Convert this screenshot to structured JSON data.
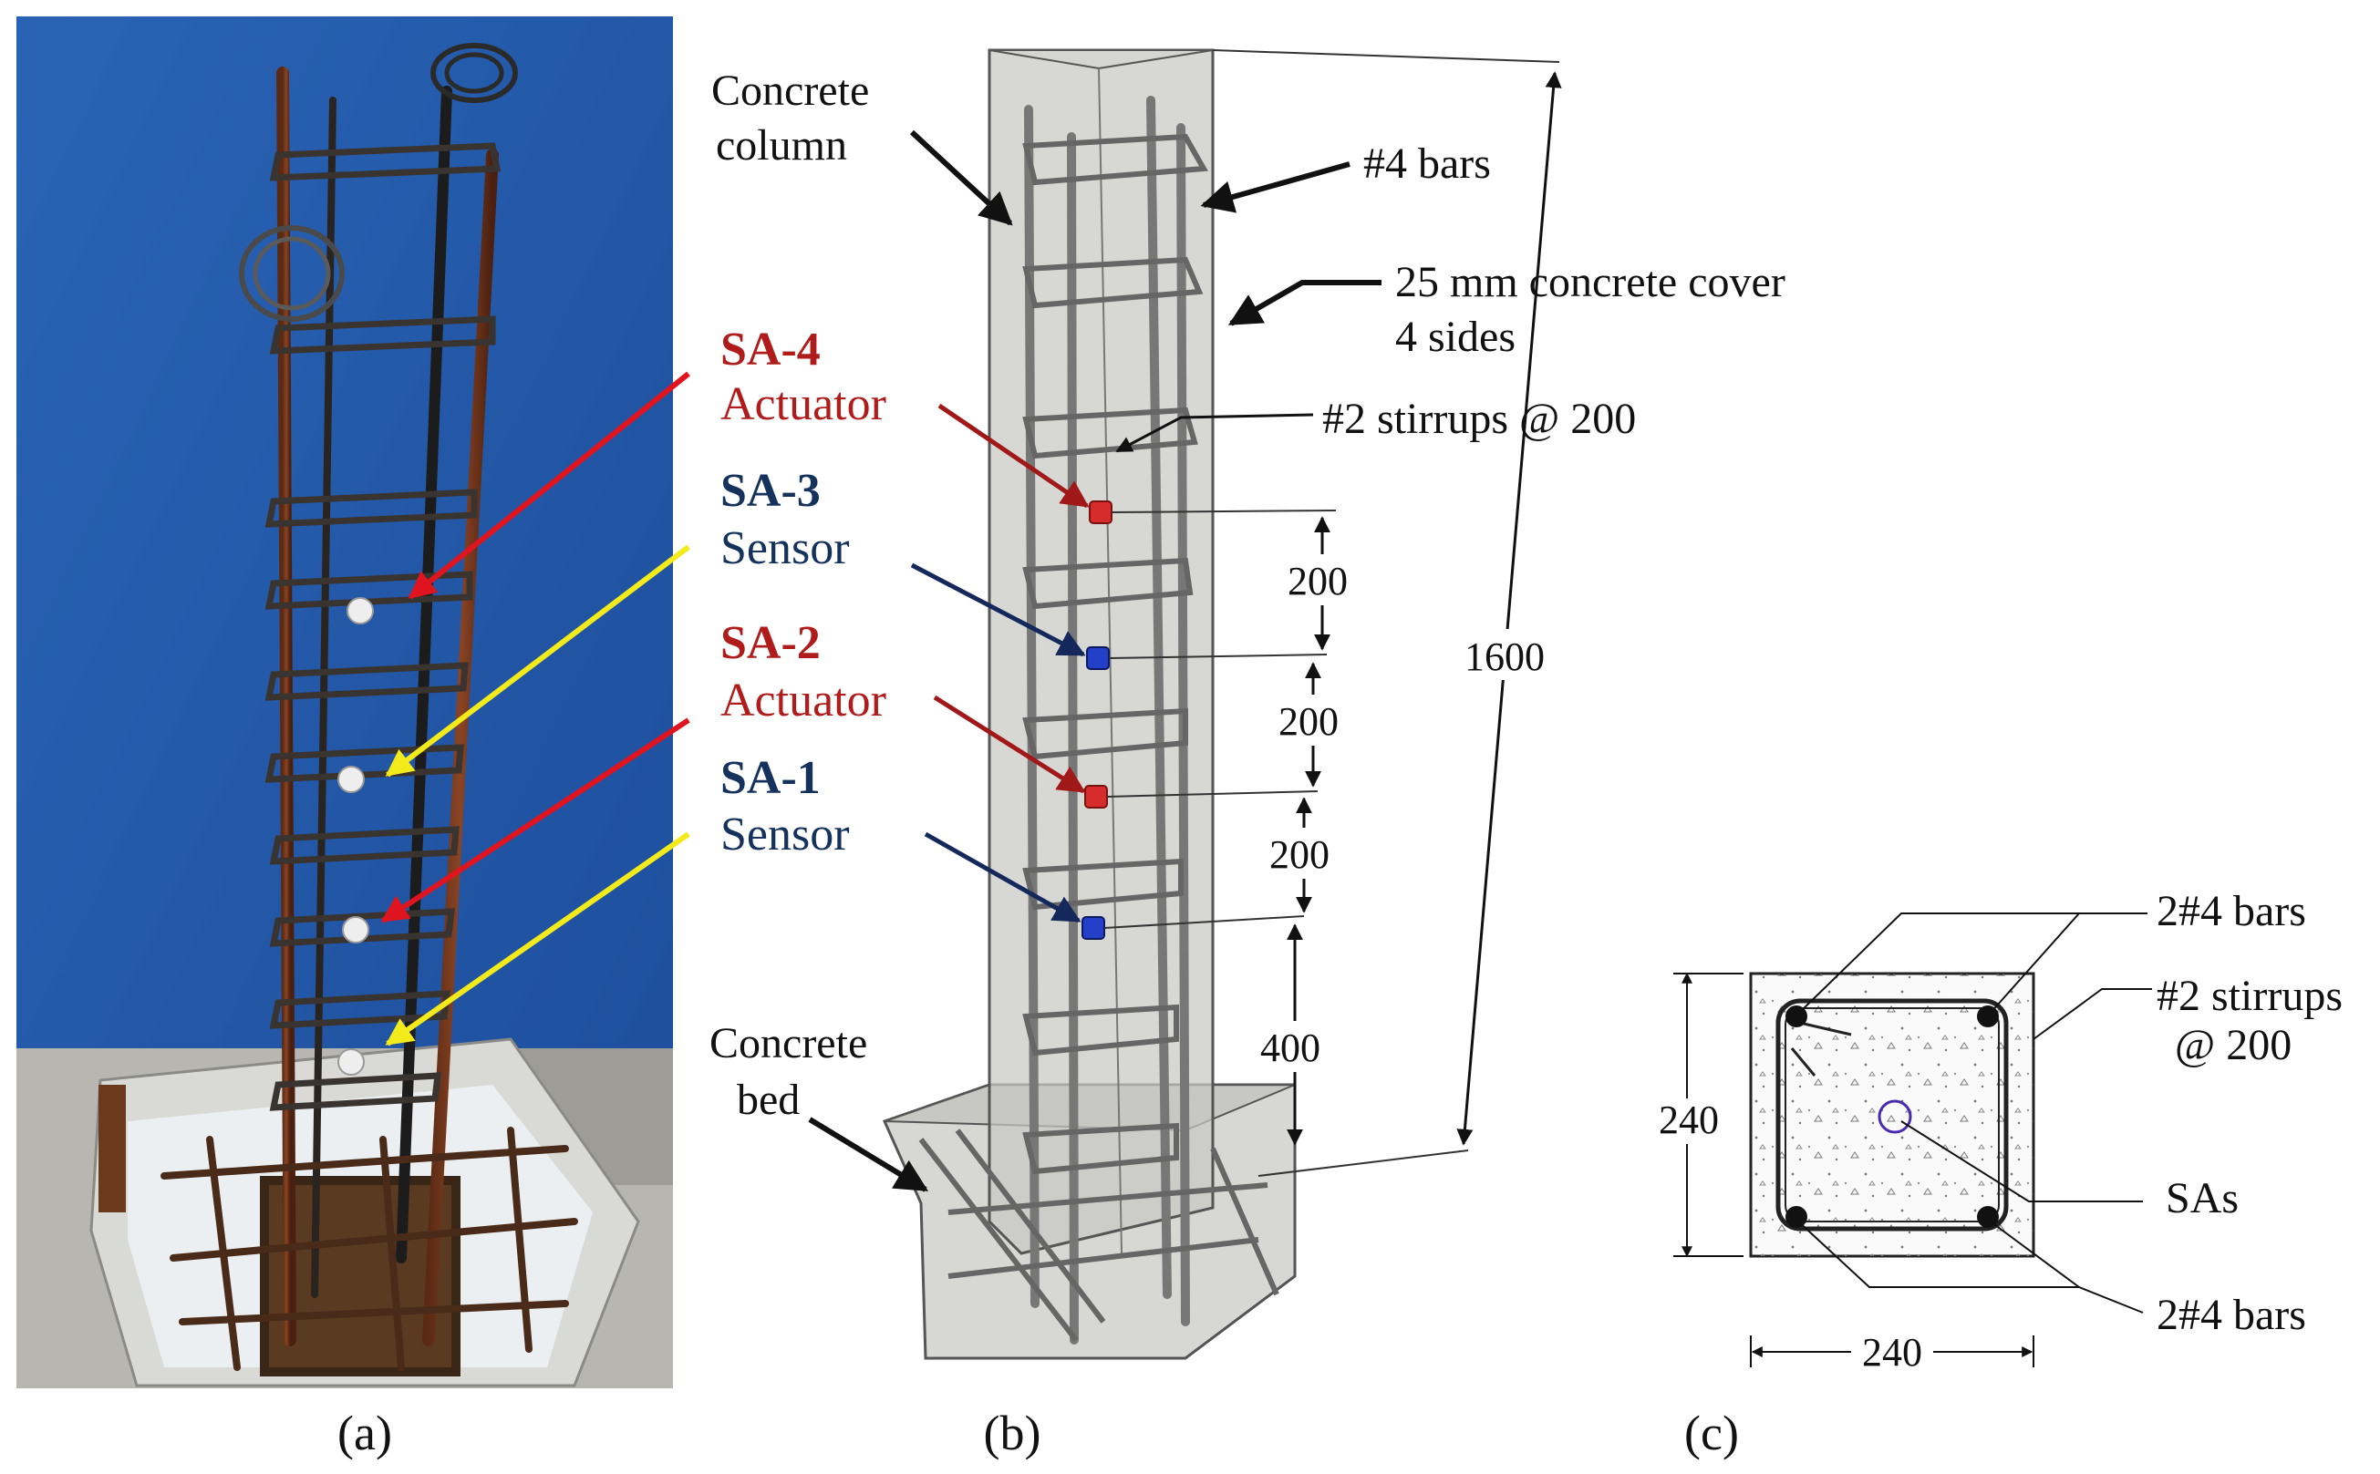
{
  "panels": {
    "a": {
      "caption": "(a)"
    },
    "b": {
      "caption": "(b)",
      "labels": {
        "concrete_column": [
          "Concrete",
          "column"
        ],
        "bars": "#4 bars",
        "cover": [
          "25 mm concrete cover",
          "4 sides"
        ],
        "stirrups": "#2 stirrups @ 200",
        "concrete_bed": [
          "Concrete",
          "bed"
        ]
      },
      "sensors": [
        {
          "id": "SA-4",
          "role": "Actuator",
          "color": "#b01c1c"
        },
        {
          "id": "SA-3",
          "role": "Sensor",
          "color": "#14325c"
        },
        {
          "id": "SA-2",
          "role": "Actuator",
          "color": "#b01c1c"
        },
        {
          "id": "SA-1",
          "role": "Sensor",
          "color": "#14325c"
        }
      ],
      "dimensions": {
        "spacing": [
          "200",
          "200",
          "200",
          "400"
        ],
        "height": "1600"
      }
    },
    "c": {
      "caption": "(c)",
      "labels": {
        "bars_top": "2#4 bars",
        "stirrups": [
          "#2 stirrups",
          "@ 200"
        ],
        "sas": "SAs",
        "bars_bottom": "2#4 bars"
      },
      "dimensions": {
        "height": "240",
        "width": "240"
      }
    }
  },
  "colors": {
    "actuator": "#b01c1c",
    "sensor": "#14325c",
    "yellow_arrow": "#f2ea1a",
    "red_arrow": "#e0141e",
    "backdrop": "#2458a8"
  }
}
